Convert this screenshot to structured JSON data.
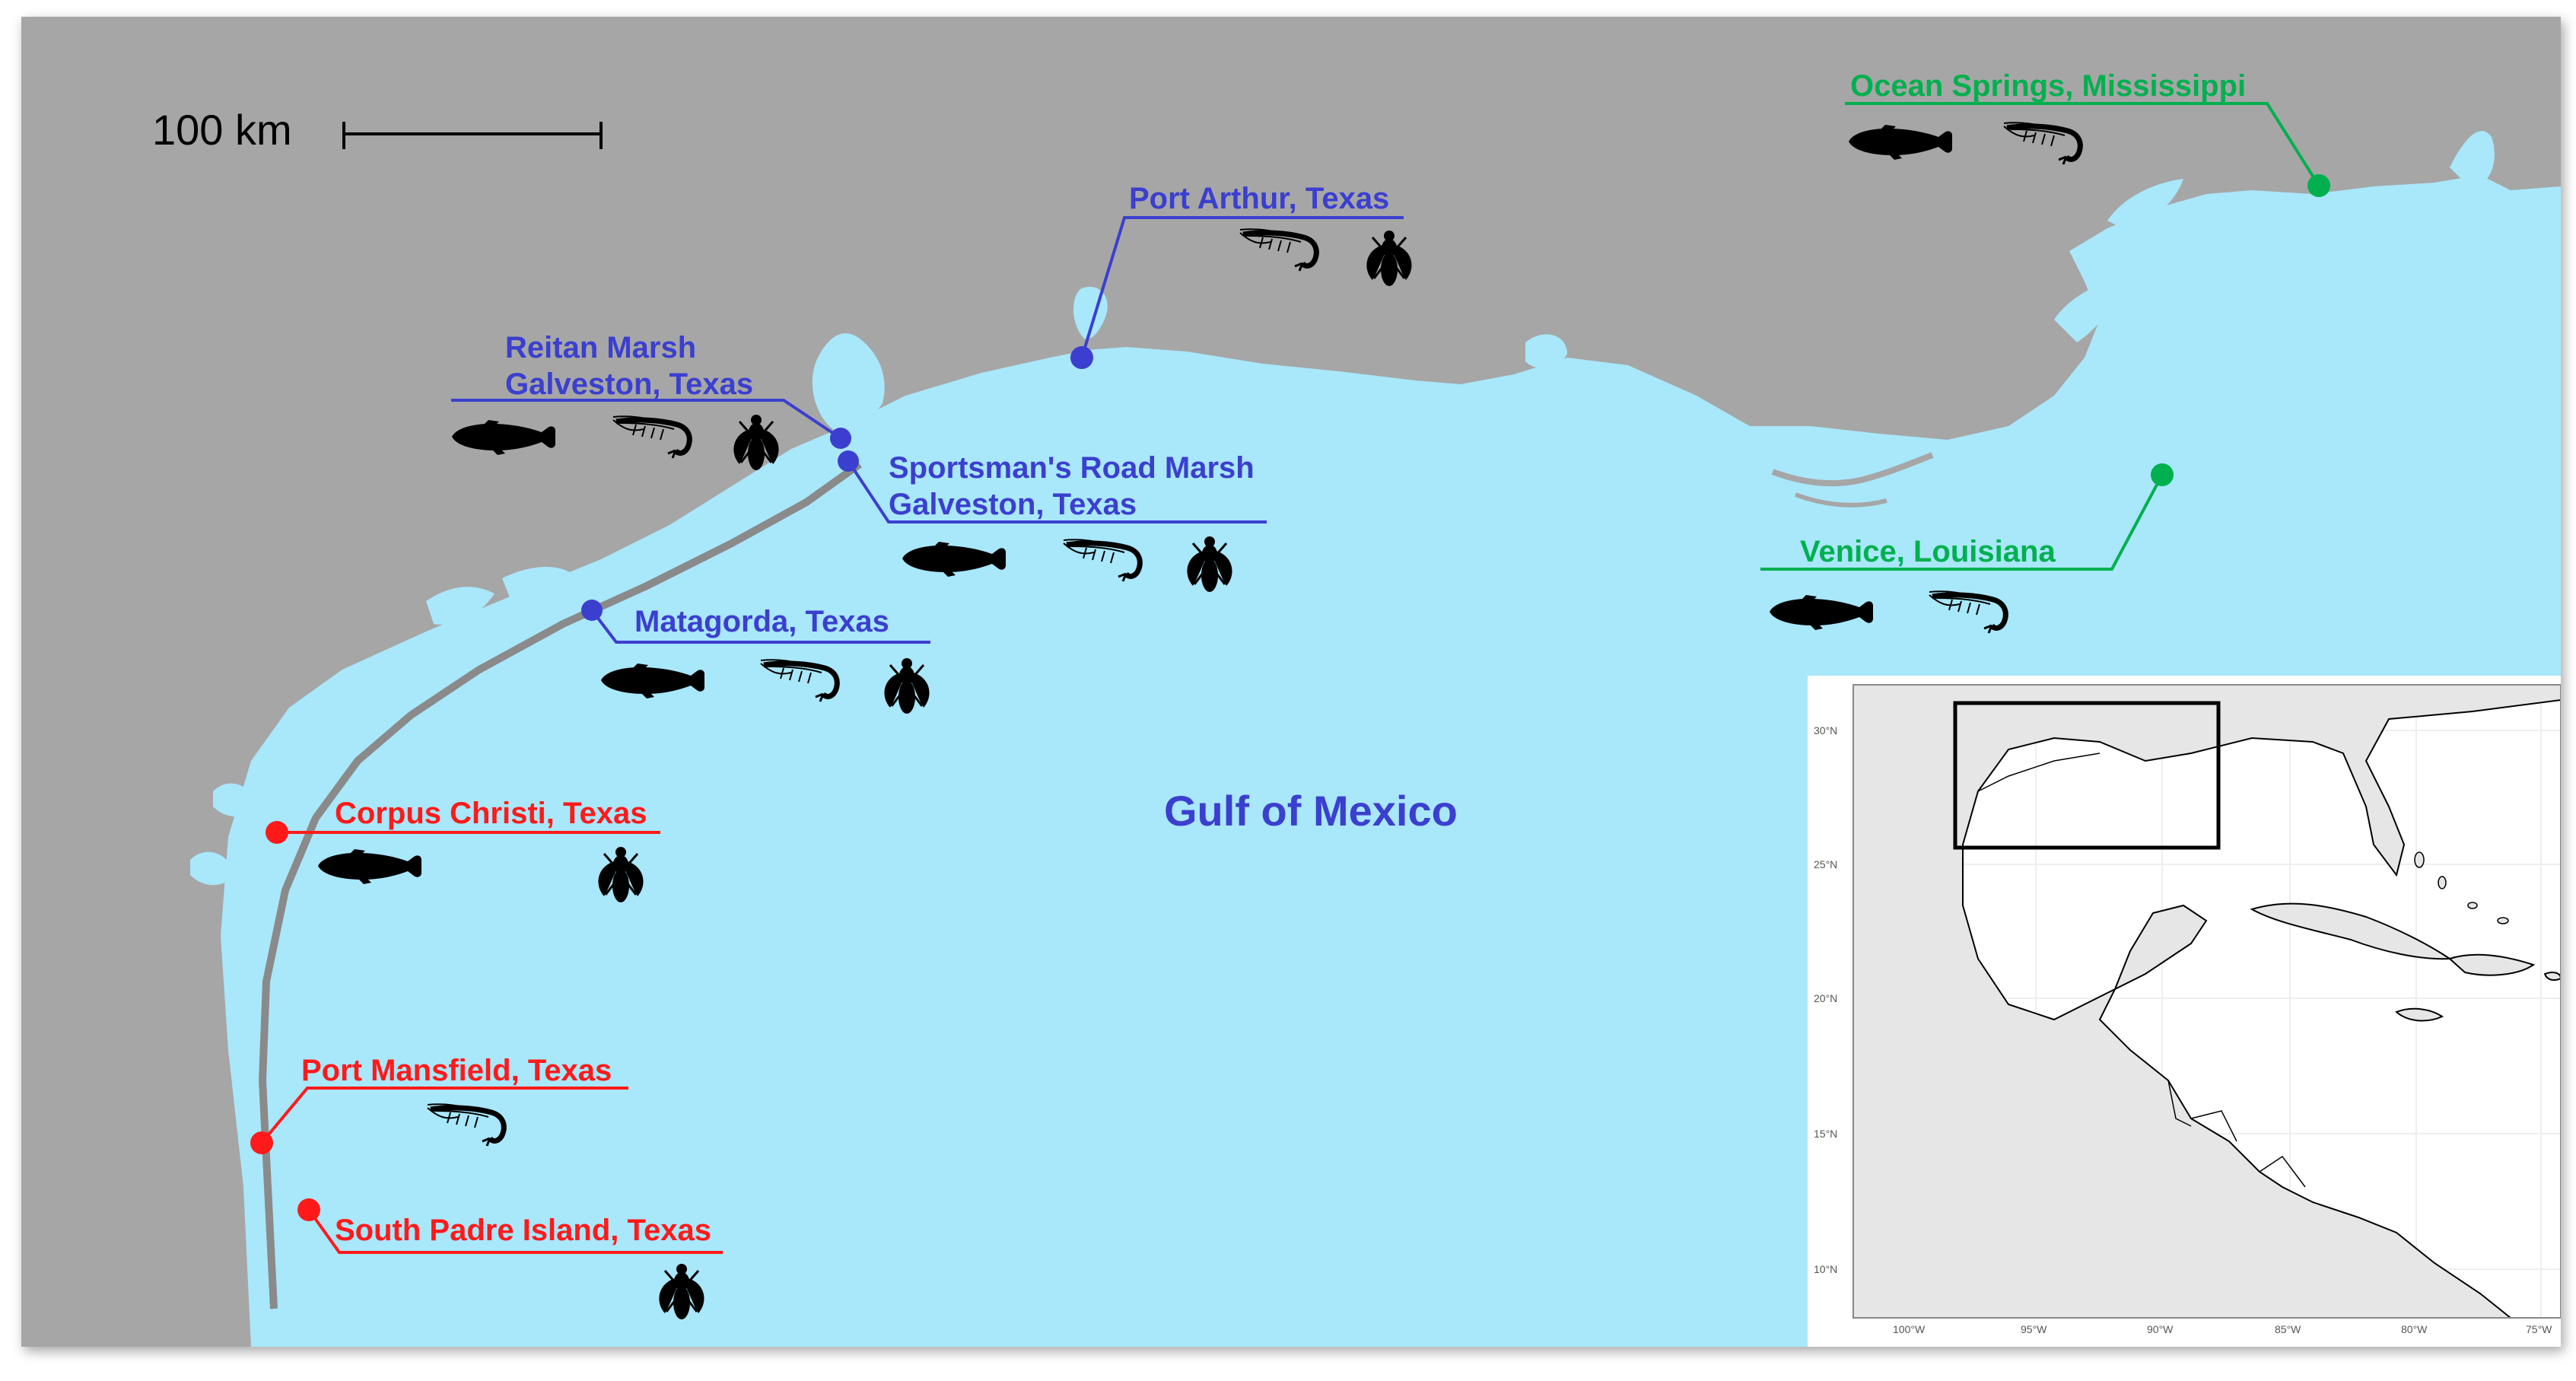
{
  "map": {
    "ocean_label": "Gulf of Mexico",
    "scale_bar": {
      "label": "100 km",
      "length_km": 100
    },
    "colors": {
      "land": "#a6a6a6",
      "water": "#a9e7fb",
      "blue_sites": "#3b3fcf",
      "red_sites": "#ff1a1a",
      "green_sites": "#00b04f"
    },
    "sites": [
      {
        "id": "ocean-springs",
        "label": "Ocean Springs, Mississippi",
        "group": "green",
        "taxa": [
          "fish-icon",
          "shrimp-icon"
        ]
      },
      {
        "id": "port-arthur",
        "label": "Port Arthur, Texas",
        "group": "blue",
        "taxa": [
          "shrimp-icon",
          "fly-icon"
        ]
      },
      {
        "id": "reitan-marsh",
        "label_line1": "Reitan Marsh",
        "label_line2": "Galveston, Texas",
        "group": "blue",
        "taxa": [
          "fish-icon",
          "shrimp-icon",
          "fly-icon"
        ]
      },
      {
        "id": "sportsmans-road",
        "label_line1": "Sportsman's Road Marsh",
        "label_line2": "Galveston, Texas",
        "group": "blue",
        "taxa": [
          "fish-icon",
          "shrimp-icon",
          "fly-icon"
        ]
      },
      {
        "id": "venice",
        "label": "Venice, Louisiana",
        "group": "green",
        "taxa": [
          "fish-icon",
          "shrimp-icon"
        ]
      },
      {
        "id": "matagorda",
        "label": "Matagorda, Texas",
        "group": "blue",
        "taxa": [
          "fish-icon",
          "shrimp-icon",
          "fly-icon"
        ]
      },
      {
        "id": "corpus-christi",
        "label": "Corpus Christi, Texas",
        "group": "red",
        "taxa": [
          "fish-icon",
          "fly-icon"
        ]
      },
      {
        "id": "port-mansfield",
        "label": "Port Mansfield, Texas",
        "group": "red",
        "taxa": [
          "shrimp-icon"
        ]
      },
      {
        "id": "south-padre",
        "label": "South Padre Island, Texas",
        "group": "red",
        "taxa": [
          "fly-icon"
        ]
      }
    ],
    "inset": {
      "lat_ticks": [
        "30°N",
        "25°N",
        "20°N",
        "15°N",
        "10°N"
      ],
      "lon_ticks": [
        "100°W",
        "95°W",
        "90°W",
        "85°W",
        "80°W",
        "75°W"
      ]
    }
  }
}
